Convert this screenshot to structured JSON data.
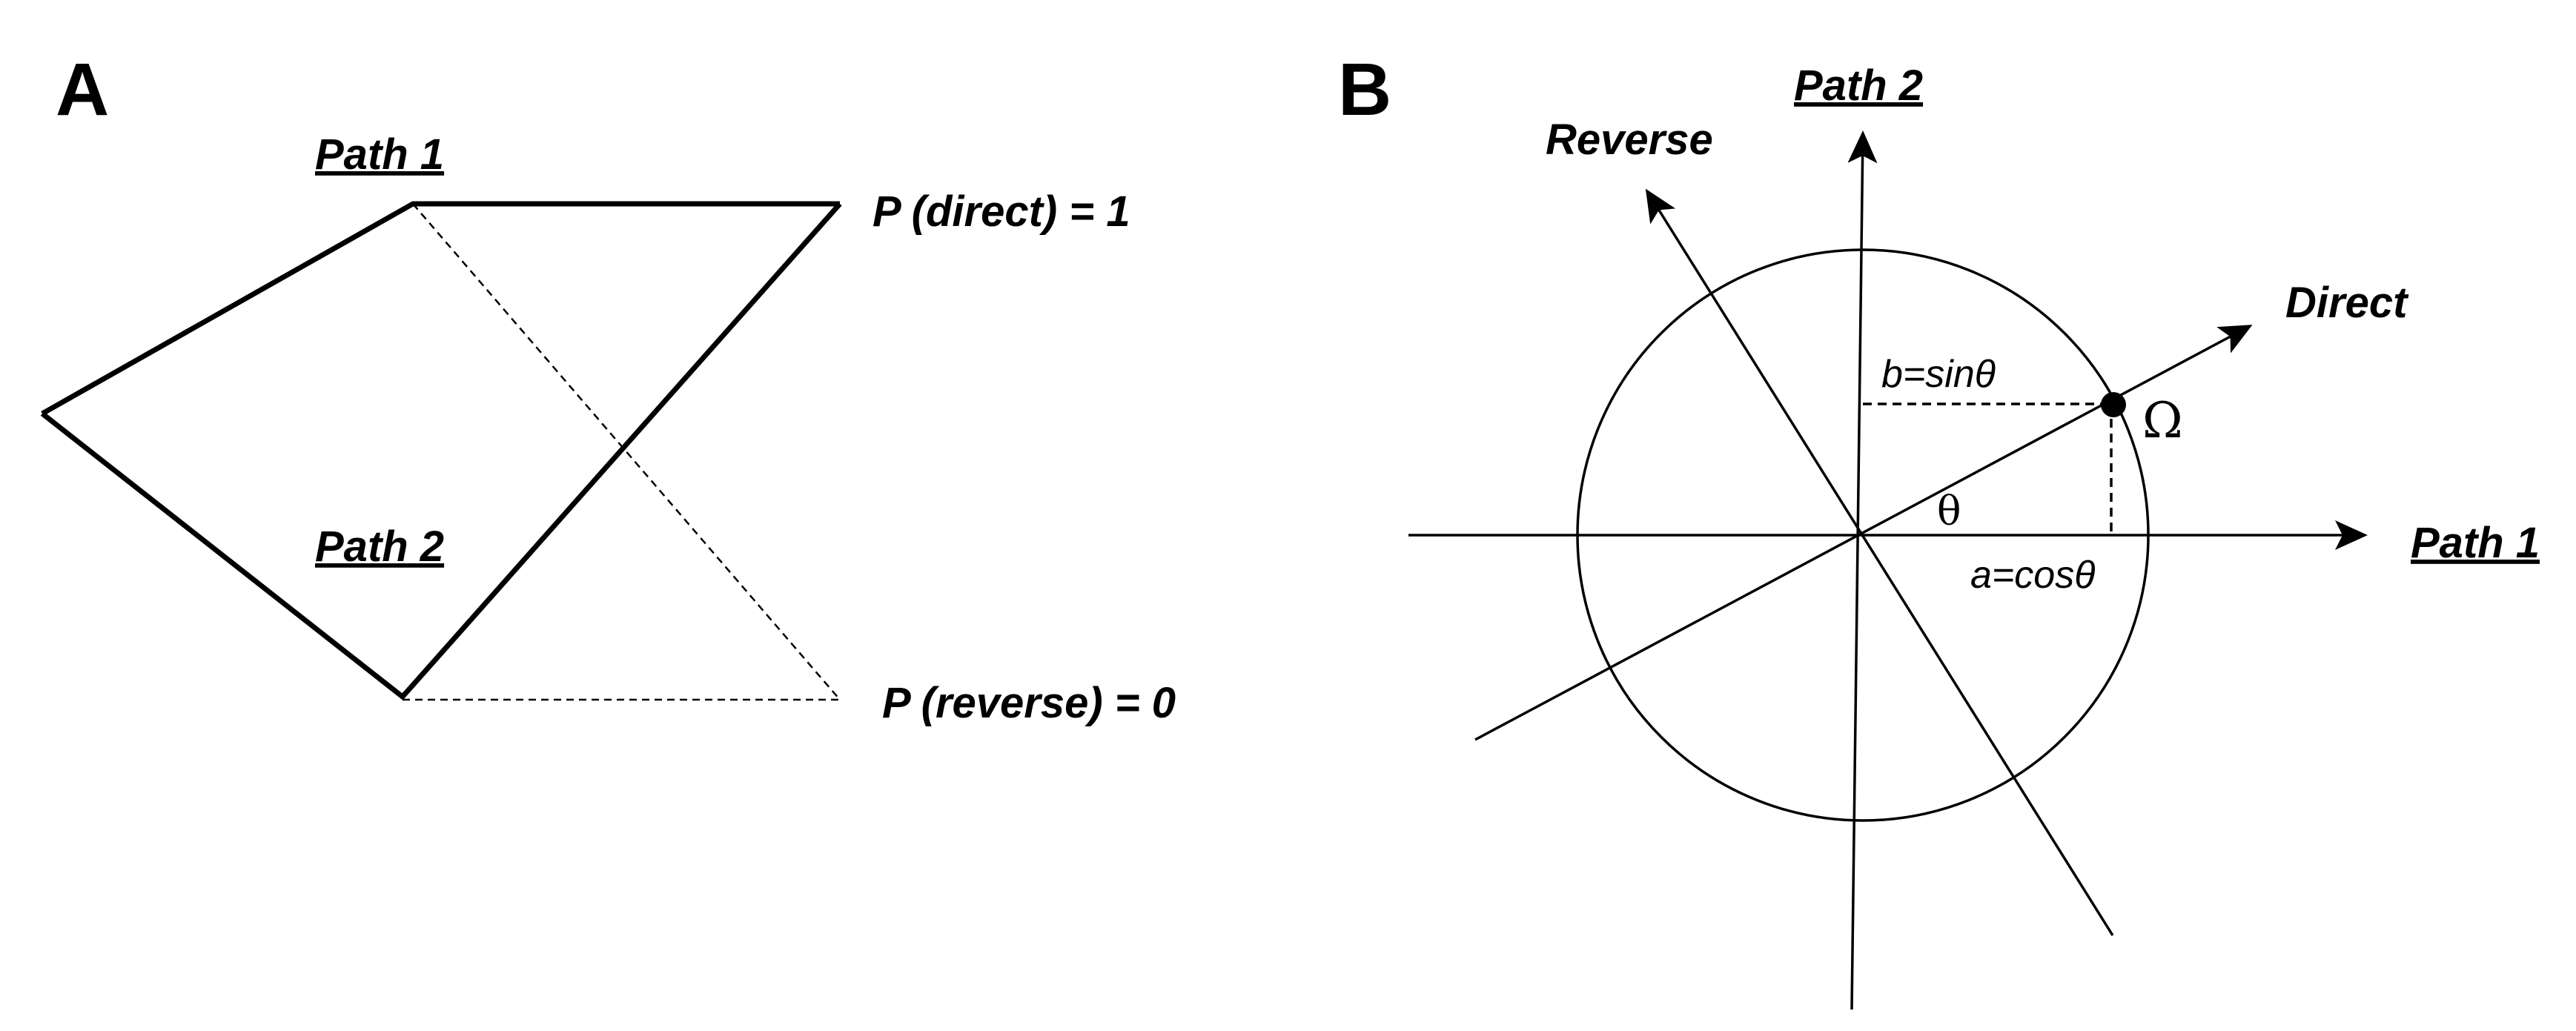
{
  "panels": {
    "a": {
      "letter": "A",
      "path1_label": "Path 1",
      "path2_label": "Path 2",
      "direct_label": "P (direct) = 1",
      "reverse_label": "P (reverse) = 0"
    },
    "b": {
      "letter": "B",
      "path1_axis_label": "Path 1",
      "path2_axis_label": "Path 2",
      "direct_axis_label": "Direct",
      "reverse_axis_label": "Reverse",
      "b_label": "b=sinθ",
      "a_label": "a=cosθ",
      "theta_label": "θ",
      "omega_label": "Ω"
    }
  }
}
